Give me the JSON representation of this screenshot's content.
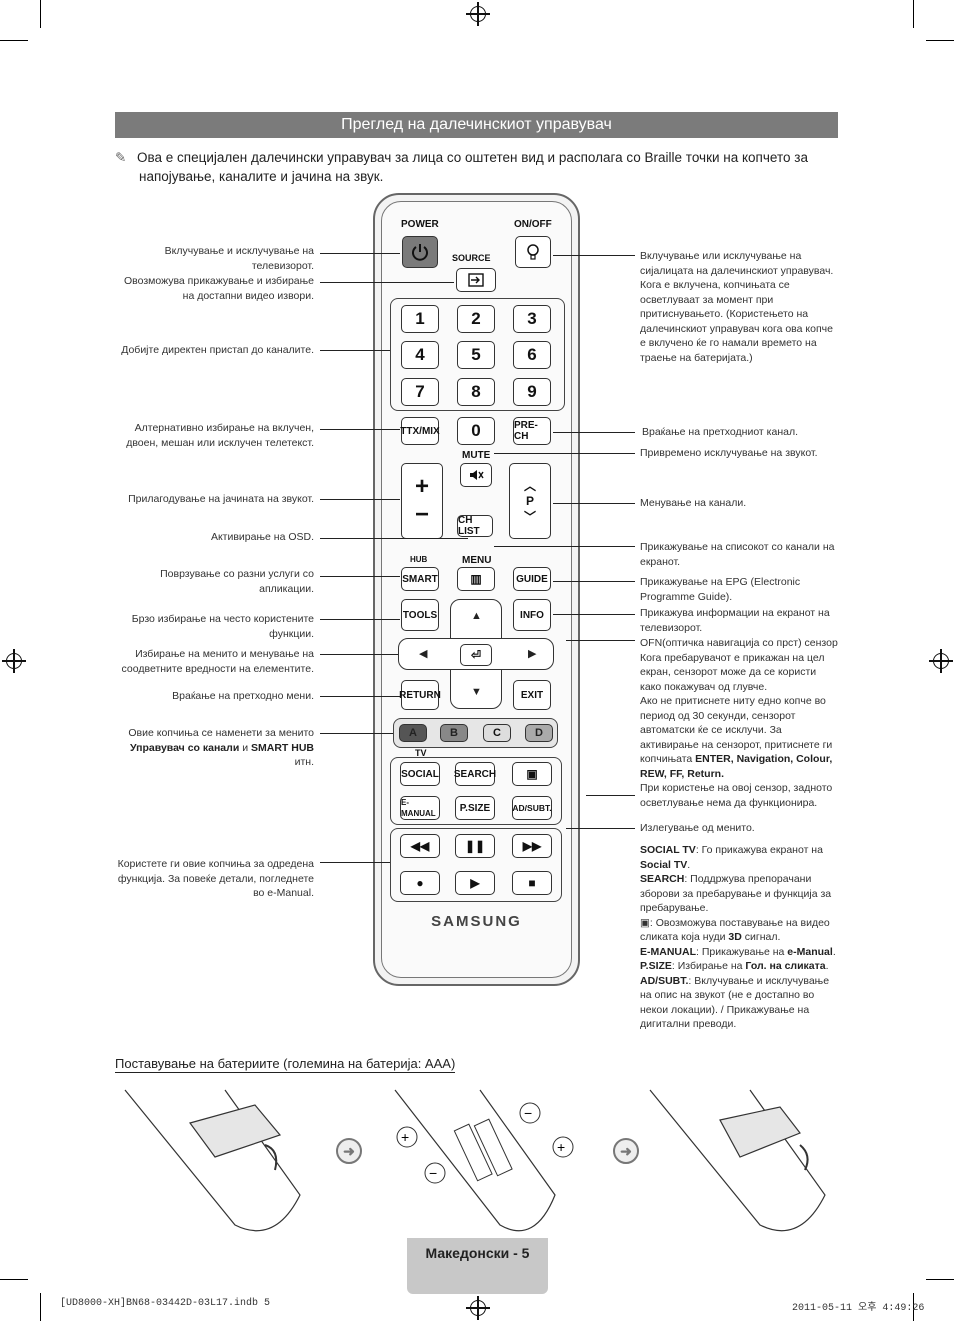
{
  "header": {
    "title": "Преглед на далечинскиот управувач",
    "intro_line1": "Ова е специјален далечински управувач за лица со оштетен вид и располага со Braille точки на копчето за",
    "intro_line2": "напојување, каналите и јачина на звук."
  },
  "left_annotations": [
    {
      "id": "power",
      "text": "Вклучување и исклучување на телевизорот."
    },
    {
      "id": "source",
      "text": "Овозможува прикажување и избирање на достапни видео извори."
    },
    {
      "id": "numbers",
      "text": "Добијте директен пристап до каналите."
    },
    {
      "id": "ttx",
      "text": "Алтернативно избирање на вклучен, двоен, мешан или исклучен телетекст."
    },
    {
      "id": "volume",
      "text": "Прилагодување на јачината на звукот."
    },
    {
      "id": "menu",
      "text": "Активирање на OSD."
    },
    {
      "id": "smart",
      "text": "Поврзување со разни услуги со апликации."
    },
    {
      "id": "tools",
      "text": "Брзо избирање на често користените функции."
    },
    {
      "id": "nav",
      "text": "Избирање на менито и менување на соодветните вредности на елементите."
    },
    {
      "id": "return",
      "text": "Враќање на претходно мени."
    },
    {
      "id": "color_pre",
      "text": "Овие копчиња се наменети за менито"
    },
    {
      "id": "color_b1",
      "text": "Управувач со канали"
    },
    {
      "id": "color_mid",
      "text": "и"
    },
    {
      "id": "color_b2",
      "text": "SMART HUB"
    },
    {
      "id": "color_post",
      "text": "итн."
    },
    {
      "id": "media",
      "text": "Користете ги овие копчиња за одредена функција. За повеќе детали, погледнете во e-Manual."
    }
  ],
  "right_annotations": {
    "onoff": "Вклучување или исклучување на сијалицата на далечинскиот управувач. Кога е вклучена, копчињата се осветлуваат за момент при притиснувањето. (Користењето на далечинскиот управувач кога ова копче е вклучено ќе го намали времето на траење на батеријата.)",
    "prech": "Враќање на претходниот канал.",
    "mute": "Привремено исклучување на звукот.",
    "channel": "Менување на канали.",
    "chlist": "Прикажување на списокот со канали на екранот.",
    "guide": "Прикажување на EPG (Electronic Programme Guide).",
    "info": "Прикажува информации на екранот на телевизорот.",
    "ofn1": "OFN(оптичка навигација со прст) сензор",
    "ofn2": "Кога пребарувачот е прикажан на цел екран, сензорот може да се користи како покажувач од глувче.",
    "ofn3": "Ако не притиснете ниту едно копче во период од 30 секунди, сензорот автоматски ќе се исклучи. За активирање на сензорот, притиснете ги копчињата",
    "ofn_keys": "ENTER, Navigation, Colour, REW, FF, Return.",
    "ofn4": "При користење на овој сензор, задното осветлување нема да функционира.",
    "exit": "Излегување од менито.",
    "social_k": "SOCIAL TV",
    "social_t": ": Го прикажува екранот на",
    "social_b": "Social TV",
    "search_k": "SEARCH",
    "search_t": ": Поддржува препорачани зборови за пребарување и функција за пребарување.",
    "3d_t": ": Овозможува поставување на видео сликата која нуди",
    "3d_b": "3D",
    "3d_t2": "сигнал.",
    "emanual_k": "E-MANUAL",
    "emanual_t": ": Прикажување на",
    "emanual_b": "e-Manual",
    "psize_k": "P.SIZE",
    "psize_t": ": Избирање на",
    "psize_b": "Гол. на сликата",
    "adsubt_k": "AD/SUBT.",
    "adsubt_t": ": Вклучување и исклучување на опис на звукот (не е достапно во некои локации). / Прикажување на дигитални преводи."
  },
  "remote": {
    "power": "POWER",
    "onoff": "ON/OFF",
    "source": "SOURCE",
    "nums": [
      "1",
      "2",
      "3",
      "4",
      "5",
      "6",
      "7",
      "8",
      "9"
    ],
    "zero": "0",
    "ttx": "TTX/MIX",
    "prech": "PRE-CH",
    "mute": "MUTE",
    "p": "P",
    "chlist": "CH LIST",
    "hub": "HUB",
    "smart": "SMART",
    "menu": "MENU",
    "guide": "GUIDE",
    "tools": "TOOLS",
    "info": "INFO",
    "return": "RETURN",
    "exit": "EXIT",
    "colors": [
      "A",
      "B",
      "C",
      "D"
    ],
    "tv": "TV",
    "social": "SOCIAL",
    "search": "SEARCH",
    "emanual": "E-MANUAL",
    "psize": "P.SIZE",
    "adsubt": "AD/SUBT.",
    "brand": "SAMSUNG"
  },
  "battery": {
    "title": "Поставување на батериите (големина на батерија: AAA)"
  },
  "footer": {
    "page": "Македонски - 5",
    "file": "[UD8000-XH]BN68-03442D-03L17.indb   5",
    "date": "2011-05-11   오후 4:49:26"
  },
  "colors": {
    "title_bar": "#7b7b7b",
    "page_tab": "#c8c8c8"
  },
  "icons": [
    "pencil-note-icon",
    "power-icon",
    "bulb-icon",
    "source-icon",
    "mute-icon",
    "arrow-right-icon",
    "registration-mark-icon"
  ]
}
